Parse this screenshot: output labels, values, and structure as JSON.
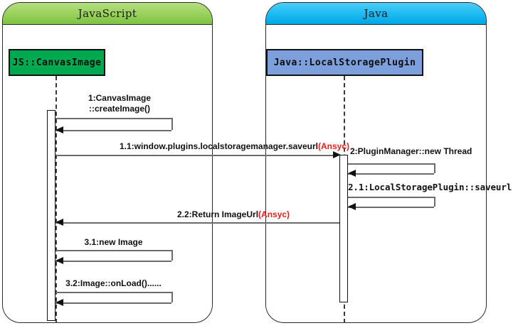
{
  "diagram": {
    "type": "uml-sequence-diagram",
    "frames": [
      {
        "id": "javascript",
        "title": "JavaScript",
        "header_color": "#7cc242",
        "lifeline_label": "JS::CanvasImage",
        "lifeline_color": "#00a94f"
      },
      {
        "id": "java",
        "title": "Java",
        "header_color": "#00a6e4",
        "lifeline_label": "Java::LocalStoragePlugin",
        "lifeline_color": "#7d9fdc"
      }
    ],
    "accent_async_color": "#ee1c1c",
    "messages": [
      {
        "num": "1",
        "text_line1": "1:CanvasImage",
        "text_line2": "::createImage()",
        "kind": "self",
        "actor": "javascript"
      },
      {
        "num": "1.1",
        "text": "1.1:window.plugins.localstoragemanager.saveurl",
        "suffix": "(Ansyc)",
        "kind": "call",
        "from": "javascript",
        "to": "java"
      },
      {
        "num": "2",
        "text": "2:PluginManager::new Thread",
        "kind": "self",
        "actor": "java"
      },
      {
        "num": "2.1",
        "text": "2.1:LocalStoragePlugin::saveurl",
        "kind": "self",
        "actor": "java"
      },
      {
        "num": "2.2",
        "text": "2.2:Return ImageUrl",
        "suffix": "(Ansyc)",
        "kind": "return",
        "from": "java",
        "to": "javascript"
      },
      {
        "num": "3.1",
        "text": "3.1:new Image",
        "kind": "self",
        "actor": "javascript"
      },
      {
        "num": "3.2",
        "text": "3.2:Image::onLoad()......",
        "kind": "self",
        "actor": "javascript"
      }
    ]
  }
}
